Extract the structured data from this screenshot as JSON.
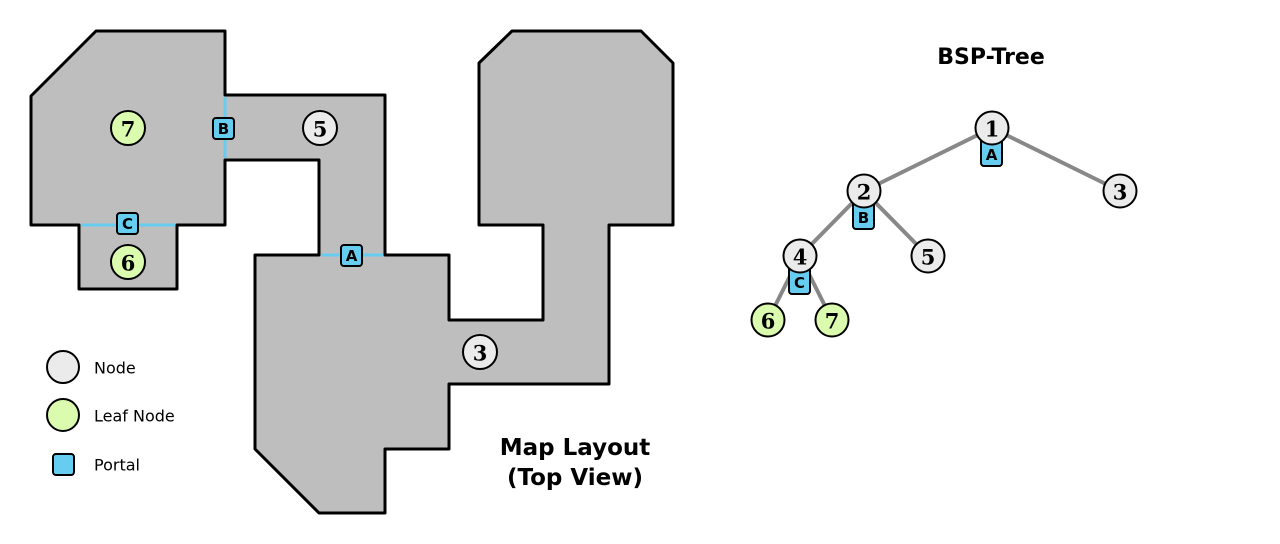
{
  "colors": {
    "room": "#bebebe",
    "node": "#ebebeb",
    "leaf": "#dbfcae",
    "portal": "#66ccf0",
    "edge": "#888888"
  },
  "map": {
    "title_line1": "Map Layout",
    "title_line2": "(Top View)",
    "nodes": [
      {
        "id": "7",
        "type": "leaf"
      },
      {
        "id": "5",
        "type": "node"
      },
      {
        "id": "6",
        "type": "leaf"
      },
      {
        "id": "3",
        "type": "node"
      }
    ],
    "portals": [
      "A",
      "B",
      "C"
    ]
  },
  "legend": {
    "node": "Node",
    "leaf": "Leaf Node",
    "portal": "Portal"
  },
  "tree": {
    "title": "BSP-Tree",
    "nodes": [
      {
        "id": "1",
        "type": "node",
        "portal": "A"
      },
      {
        "id": "2",
        "type": "node",
        "portal": "B"
      },
      {
        "id": "3",
        "type": "node"
      },
      {
        "id": "4",
        "type": "node",
        "portal": "C"
      },
      {
        "id": "5",
        "type": "node"
      },
      {
        "id": "6",
        "type": "leaf"
      },
      {
        "id": "7",
        "type": "leaf"
      }
    ],
    "edges": [
      [
        "1",
        "2"
      ],
      [
        "1",
        "3"
      ],
      [
        "2",
        "4"
      ],
      [
        "2",
        "5"
      ],
      [
        "4",
        "6"
      ],
      [
        "4",
        "7"
      ]
    ]
  }
}
